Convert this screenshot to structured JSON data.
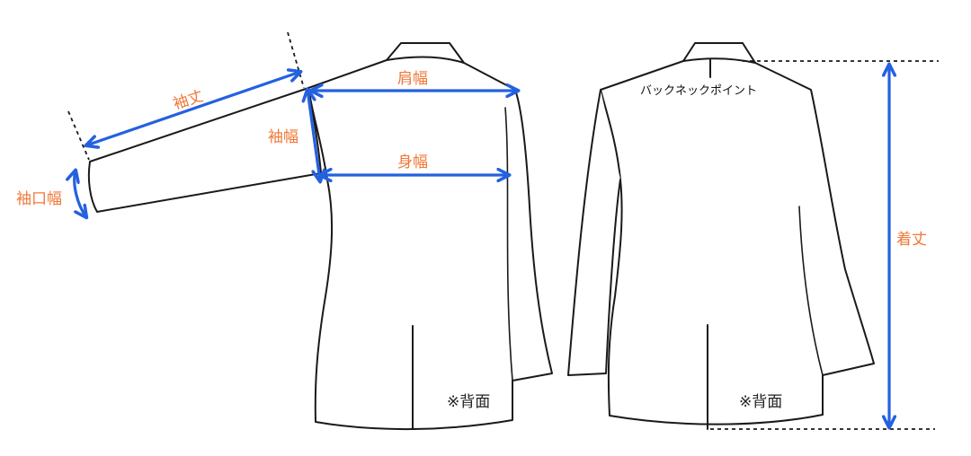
{
  "colors": {
    "measure_arrow": "#2461e0",
    "measure_label": "#f07838",
    "garment_outline": "#1a1a1a"
  },
  "labels": {
    "sleeve_length": "袖丈",
    "cuff_width": "袖口幅",
    "sleeve_width": "袖幅",
    "shoulder_width": "肩幅",
    "body_width": "身幅",
    "back_neck_point": "バックネックポイント",
    "body_length": "着丈",
    "back_view_left": "※背面",
    "back_view_right": "※背面"
  }
}
